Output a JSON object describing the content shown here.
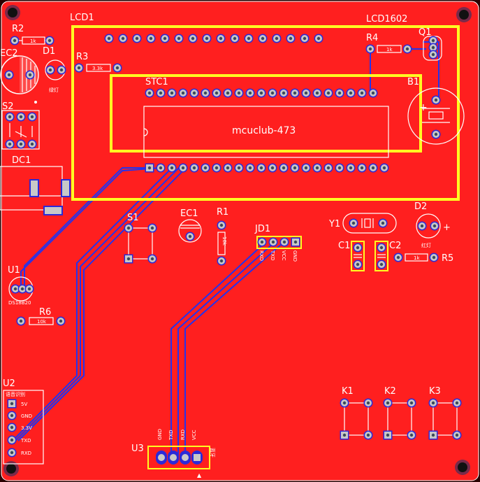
{
  "board": {
    "copper_color": "#ff1f1f",
    "silk_color": "#ffffff",
    "outline_color": "#ffff22",
    "trace_color": "#2233ee",
    "pad_color": "#c8c8c8"
  },
  "labels": {
    "lcd1": "LCD1",
    "lcd1602": "LCD1602",
    "r2": "R2",
    "ec2": "EC2",
    "d1": "D1",
    "r3": "R3",
    "r4": "R4",
    "q1": "Q1",
    "b1": "B1",
    "stc1": "STC1",
    "chip": "mcuclub-473",
    "s2": "S2",
    "dc1": "DC1",
    "s1": "S1",
    "ec1": "EC1",
    "r1": "R1",
    "jd1": "JD1",
    "y1": "Y1",
    "d2": "D2",
    "c1": "C1",
    "c2": "C2",
    "r5": "R5",
    "u1": "U1",
    "r6": "R6",
    "u2": "U2",
    "u3": "U3",
    "k1": "K1",
    "k2": "K2",
    "k3": "K3"
  },
  "values": {
    "r2": "1k",
    "r3": "3.3k",
    "r4": "1k",
    "r1": "10k",
    "r5": "1k",
    "r6": "10k",
    "d1_note": "绿灯",
    "d2_note": "红灯",
    "u1_part": "DS18B20"
  },
  "jd1_pins": [
    "RXD",
    "TXD",
    "VCC",
    "GND"
  ],
  "u2_title": "语音识别",
  "u2_pins": [
    "5V",
    "GND",
    "3.3V",
    "TXD",
    "RXD"
  ],
  "u3_pins": [
    "GND",
    "TXD",
    "RXD",
    "VCC"
  ],
  "u3_note": "蓝牙"
}
